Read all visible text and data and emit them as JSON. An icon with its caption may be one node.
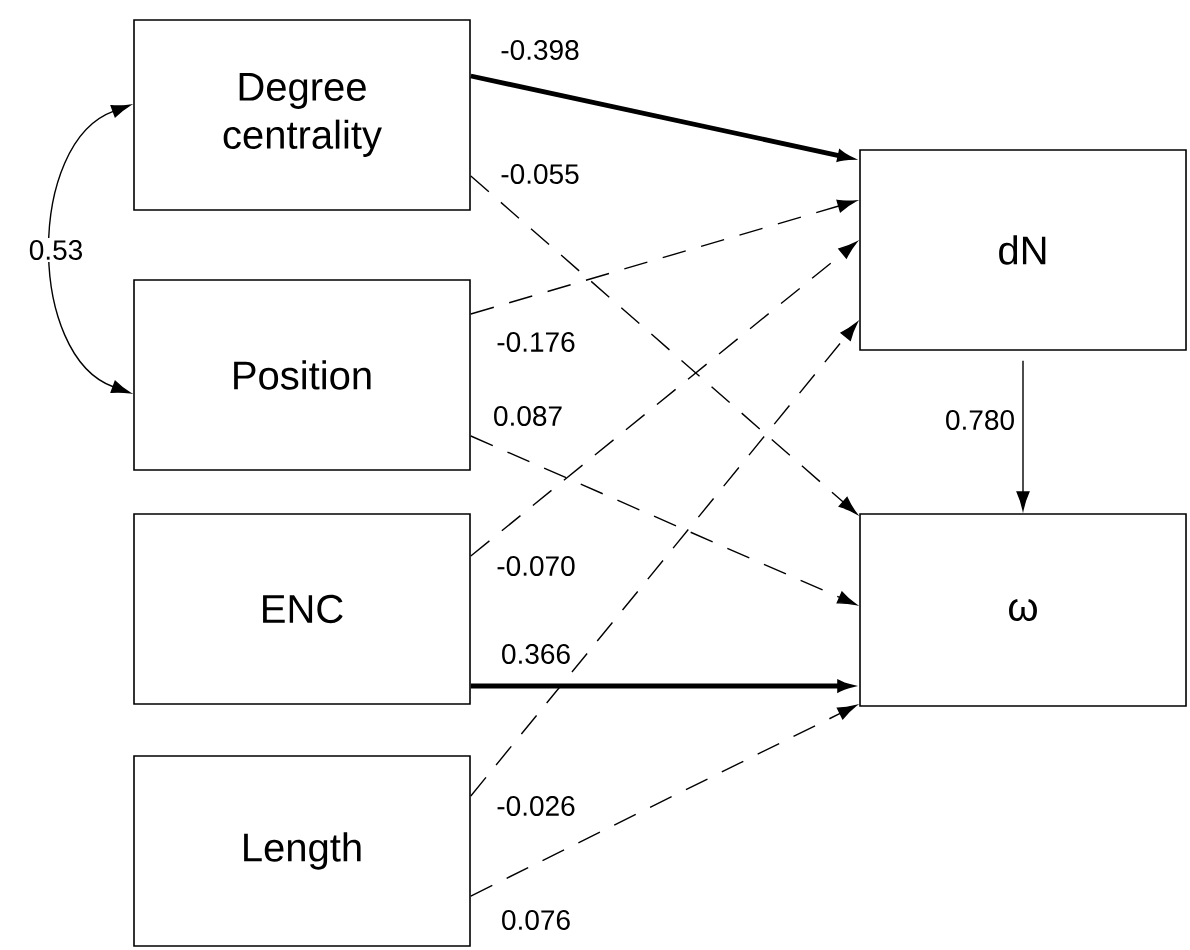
{
  "diagram": {
    "nodes": [
      {
        "text": [
          "Degree centrality"
        ]
      },
      {
        "text": [
          "Position"
        ]
      },
      {
        "text": [
          "ENC"
        ]
      },
      {
        "text": [
          "Length"
        ]
      },
      {
        "text": [
          "dN"
        ]
      },
      {
        "text": [
          "ω"
        ]
      }
    ],
    "edges": [
      {
        "from": 0,
        "to": 1,
        "arrow": "both",
        "label": "0.53"
      },
      {
        "from": 0,
        "to": 4,
        "arrow": "to",
        "label": "-0.398",
        "style": "thick"
      },
      {
        "from": 0,
        "to": 5,
        "arrow": "to",
        "label": "-0.055",
        "style": "dashed"
      },
      {
        "from": 1,
        "to": 4,
        "arrow": "to",
        "label": "-0.176",
        "style": "dashed"
      },
      {
        "from": 1,
        "to": 5,
        "arrow": "to",
        "label": "0.087",
        "style": "dashed"
      },
      {
        "from": 2,
        "to": 4,
        "arrow": "to",
        "label": "-0.070",
        "style": "dashed"
      },
      {
        "from": 2,
        "to": 5,
        "arrow": "to",
        "label": "0.366",
        "style": "thick"
      },
      {
        "from": 3,
        "to": 4,
        "arrow": "to",
        "label": "-0.026",
        "style": "dashed"
      },
      {
        "from": 3,
        "to": 5,
        "arrow": "to",
        "label": "0.076",
        "style": "dashed"
      },
      {
        "from": 4,
        "to": 5,
        "arrow": "to",
        "label": "0.780"
      }
    ]
  }
}
